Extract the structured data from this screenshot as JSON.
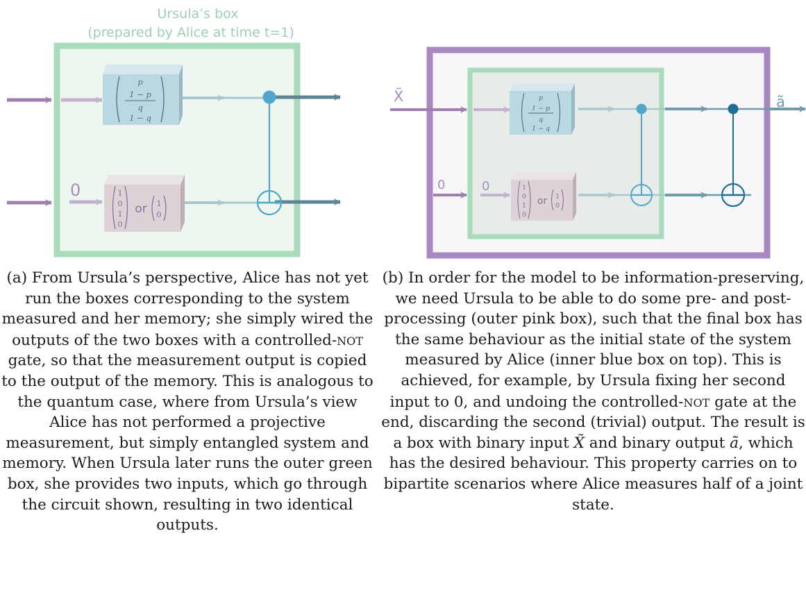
{
  "panel_a": {
    "title_line1": "Ursula’s box",
    "title_line2": "(prepared by Alice at time t=1)",
    "input_zero": "0",
    "top_box_entries": [
      "p",
      "1 − p",
      "q",
      "1 − q"
    ],
    "bottom_box_vector1": [
      "1",
      "0",
      "1",
      "0"
    ],
    "bottom_box_or": "or",
    "bottom_box_vector2": [
      "1",
      "0"
    ]
  },
  "panel_b": {
    "input_label": "X̃",
    "output_label": "ã",
    "outer_input_zero": "0",
    "inner_input_zero": "0",
    "top_box_entries": [
      "p",
      "1 − p",
      "q",
      "1 − q"
    ],
    "bottom_box_vector1": [
      "1",
      "0",
      "1",
      "0"
    ],
    "bottom_box_or": "or",
    "bottom_box_vector2": [
      "1",
      "0"
    ]
  },
  "caption_a": {
    "p1": "(a) From Ursula’s perspective, Alice has not yet run the boxes corresponding to the system measured and her memory; she simply wired the outputs of the two boxes with a controlled-",
    "not": "NOT",
    "p2": " gate, so that the measurement output is copied to the output of the memory. This is analogous to the quantum case, where from Ursula’s view Alice has not performed a projective measurement, but simply entangled system and memory. When Ursula later runs the outer green box, she provides two inputs, which go through the circuit shown, resulting in two identical outputs."
  },
  "caption_b": {
    "p1": "(b) In order for the model to be information-preserving, we need Ursula to be able to do some pre- and post-processing (outer pink box), such that the final box has the same behaviour as the initial state of the system measured by Alice (inner blue box on top). This is achieved, for example, by Ursula fixing her second input to 0, and undoing the controlled-",
    "not": "NOT",
    "p2": " gate at the end, discarding the second (trivial) output. The result is a box with binary input ",
    "x_var": "X̃",
    "p3": " and binary output ",
    "a_var": "ã",
    "p4": ", which has the desired behaviour. This property carries on to bipartite scenarios where Alice measures half of a joint state."
  },
  "colors": {
    "green_frame": "#a9dcbd",
    "green_fill": "#eef6f0",
    "purple_frame": "#a888bf",
    "purple_arrow": "#9f7fb0",
    "light_purple_arrow": "#c3b2cf",
    "teal_wire": "#6f9bab",
    "cnot_light": "#4fa7cb",
    "cnot_dark": "#1d6f9a",
    "blue_box": "#b9d8e2",
    "grey_box": "#ddd2d6"
  }
}
